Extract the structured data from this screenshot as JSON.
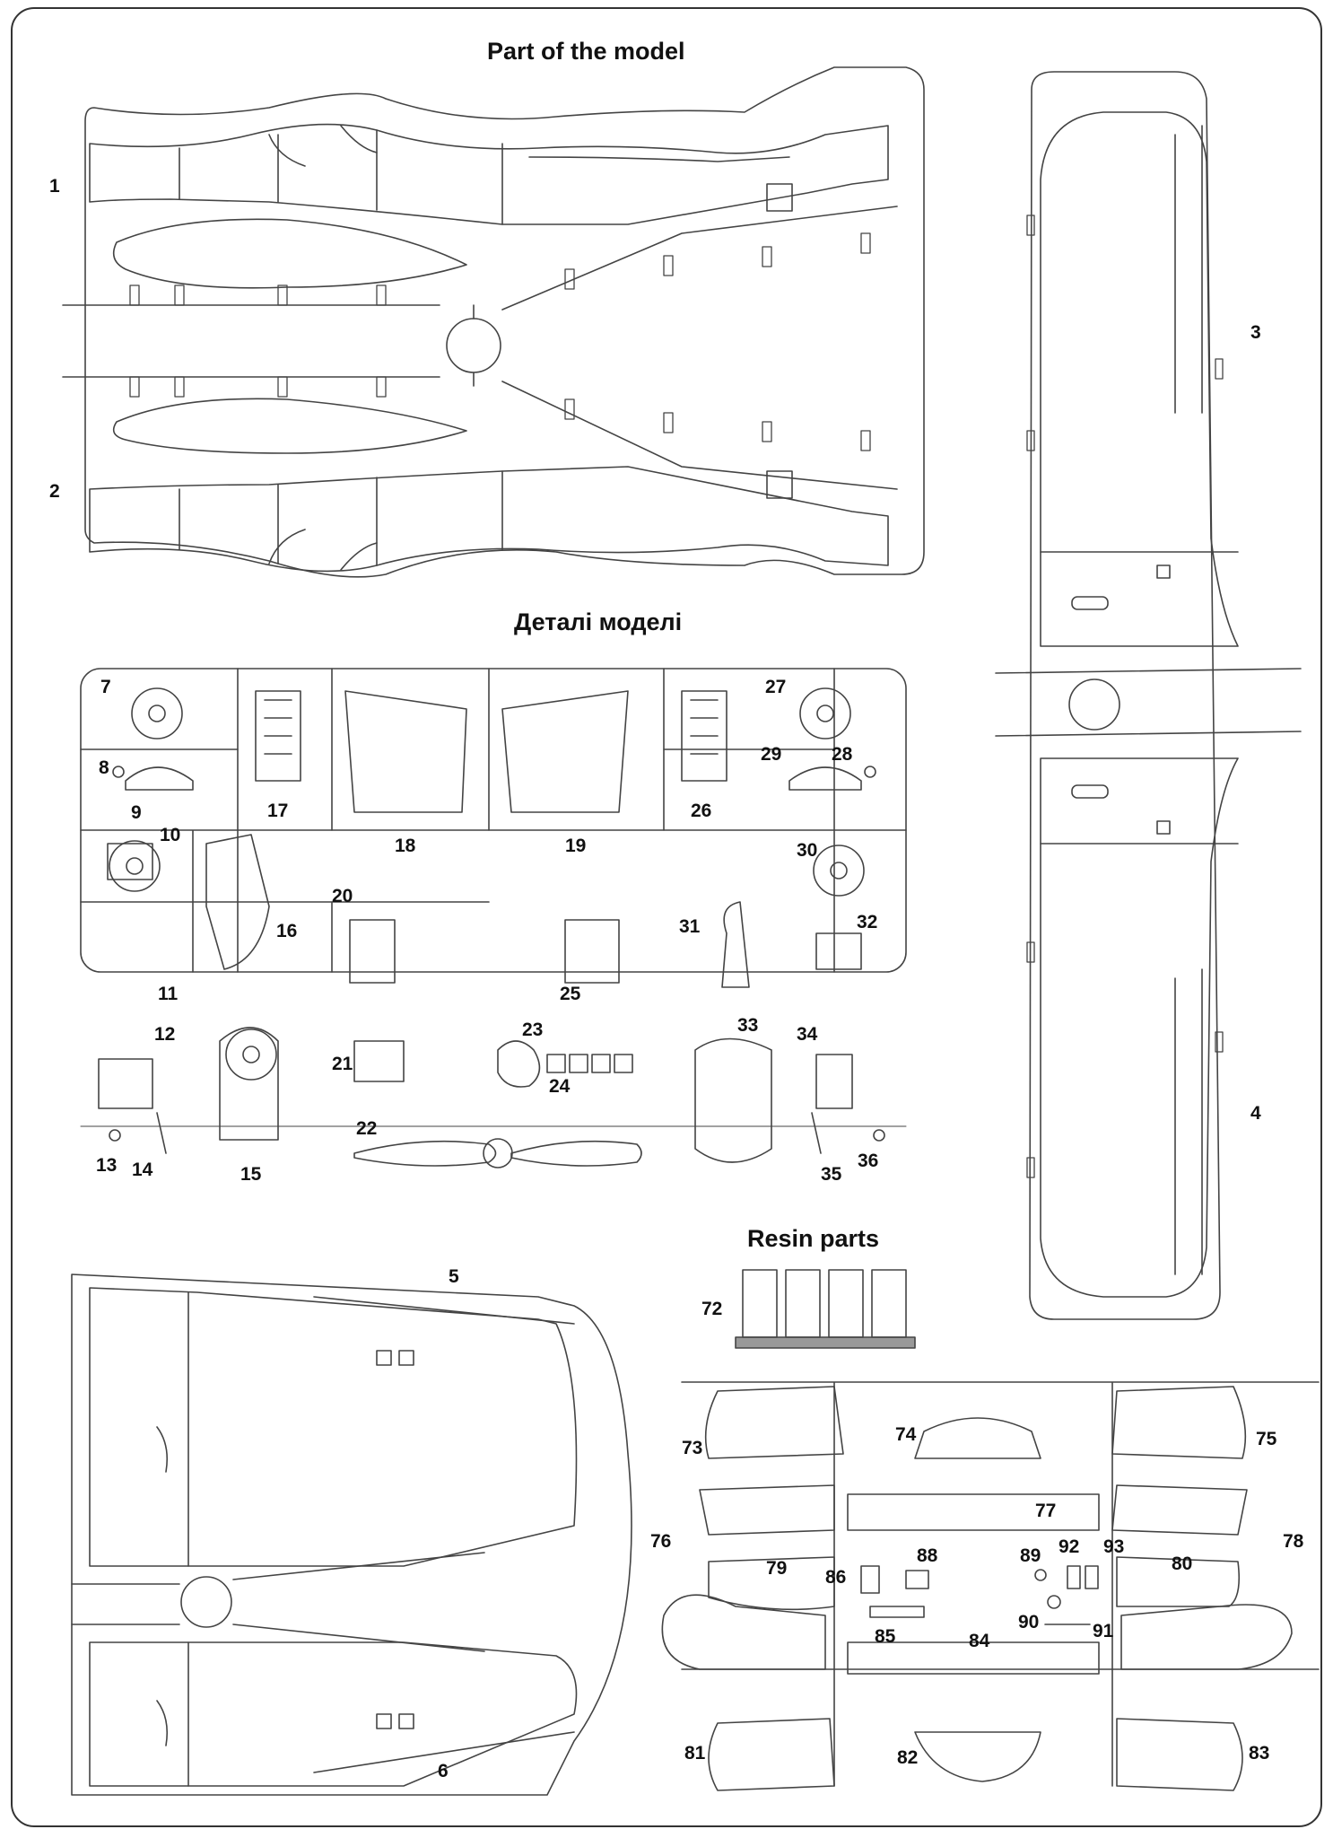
{
  "titles": {
    "main": "Part of the model",
    "ukrainian": "Деталі моделі",
    "resin": "Resin parts"
  },
  "part_numbers": [
    "1",
    "2",
    "3",
    "4",
    "5",
    "6",
    "7",
    "8",
    "9",
    "10",
    "11",
    "12",
    "13",
    "14",
    "15",
    "16",
    "17",
    "18",
    "19",
    "20",
    "21",
    "22",
    "23",
    "24",
    "25",
    "26",
    "27",
    "28",
    "29",
    "30",
    "31",
    "32",
    "33",
    "34",
    "35",
    "36",
    "72",
    "73",
    "74",
    "75",
    "76",
    "77",
    "78",
    "79",
    "80",
    "81",
    "82",
    "83",
    "84",
    "85",
    "86",
    "88",
    "89",
    "90",
    "91",
    "92",
    "93"
  ]
}
